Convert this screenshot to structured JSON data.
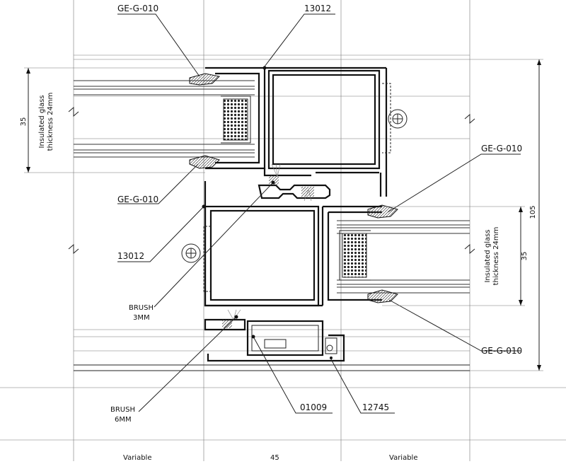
{
  "labels": {
    "gasket_top": "GE-G-010",
    "profile_top": "13012",
    "gasket_upper_left": "GE-G-010",
    "gasket_right_top": "GE-G-010",
    "profile_left": "13012",
    "brush_3mm_line1": "BRUSH",
    "brush_3mm_line2": "3MM",
    "gasket_right_bottom": "GE-G-010",
    "brush_6mm_line1": "BRUSH",
    "brush_6mm_line2": "6MM",
    "part_01009": "01009",
    "part_12745": "12745"
  },
  "dimensions": {
    "left_glass_height": "35",
    "right_glass_height": "35",
    "overall_height": "105",
    "bottom_left": "Variable",
    "bottom_center": "45",
    "bottom_right": "Variable"
  },
  "glass_notes": {
    "left_line1": "Insulated glass",
    "left_line2": "thickness 24mm",
    "right_line1": "Insulated glass",
    "right_line2": "thickness 24mm"
  }
}
